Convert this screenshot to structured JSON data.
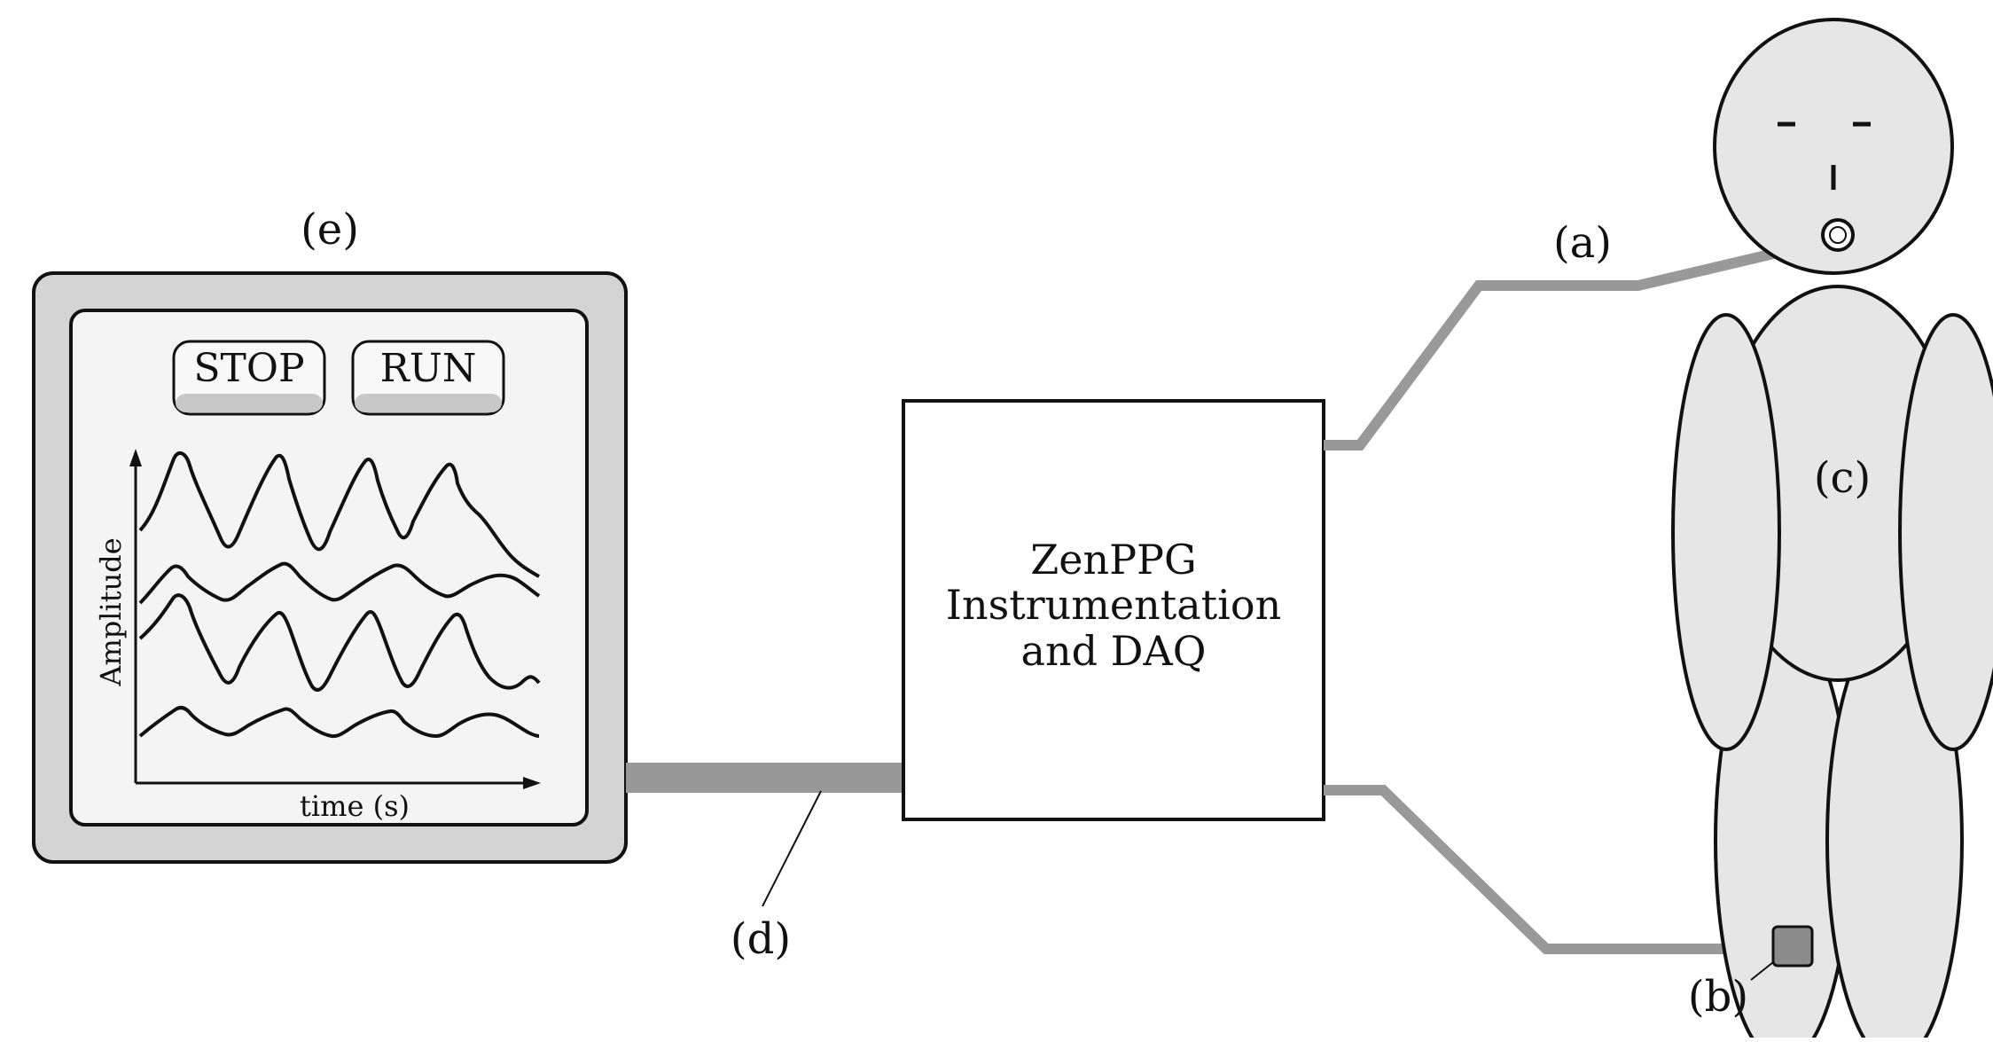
{
  "labels": {
    "e": "(e)",
    "a": "(a)",
    "c": "(c)",
    "d": "(d)",
    "b": "(b)"
  },
  "device": {
    "line1": "ZenPPG",
    "line2": "Instrumentation",
    "line3": "and DAQ"
  },
  "monitor": {
    "stop_label": "STOP",
    "run_label": "RUN",
    "y_axis_label": "Amplitude",
    "x_axis_label": "time (s)"
  },
  "colors": {
    "cable": "#999999",
    "monitor_frame": "#d4d4d4",
    "screen": "#f4f4f4",
    "body_fill": "#e6e6e6",
    "sensor": "#8c8c8c"
  }
}
